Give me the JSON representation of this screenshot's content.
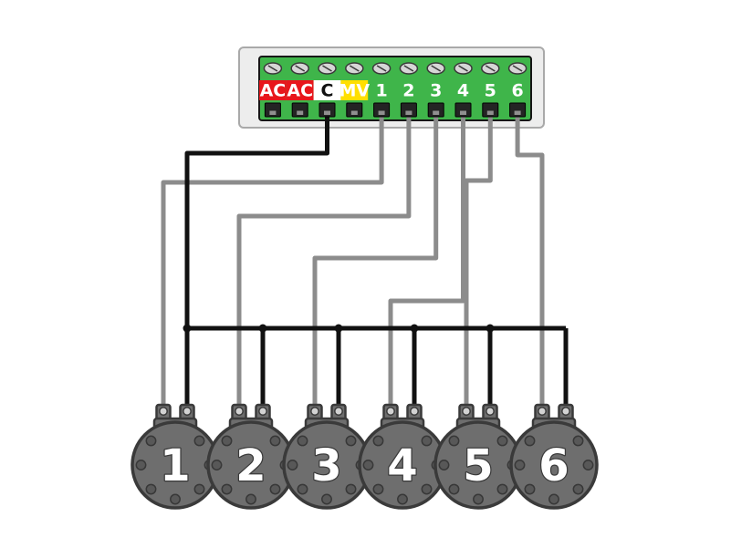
{
  "controller": {
    "terminals": [
      {
        "label": "AC",
        "bg": "#e8161c",
        "fg": "#ffffff"
      },
      {
        "label": "AC",
        "bg": "#e8161c",
        "fg": "#ffffff"
      },
      {
        "label": "C",
        "bg": "#ffffff",
        "fg": "#111111"
      },
      {
        "label": "MV",
        "bg": "#ffdf00",
        "fg": "#ffffff"
      },
      {
        "label": "1",
        "bg": null,
        "fg": "#ffffff"
      },
      {
        "label": "2",
        "bg": null,
        "fg": "#ffffff"
      },
      {
        "label": "3",
        "bg": null,
        "fg": "#ffffff"
      },
      {
        "label": "4",
        "bg": null,
        "fg": "#ffffff"
      },
      {
        "label": "5",
        "bg": null,
        "fg": "#ffffff"
      },
      {
        "label": "6",
        "bg": null,
        "fg": "#ffffff"
      }
    ]
  },
  "valves": [
    {
      "number": "1"
    },
    {
      "number": "2"
    },
    {
      "number": "3"
    },
    {
      "number": "4"
    },
    {
      "number": "5"
    },
    {
      "number": "6"
    }
  ],
  "wiring": {
    "common": {
      "from_terminal": "C",
      "color": "#111111",
      "connects": "shared bus to one post of every valve"
    },
    "stations": [
      {
        "terminal": "1",
        "valve": "1",
        "color": "#8c8c8c"
      },
      {
        "terminal": "2",
        "valve": "2",
        "color": "#8c8c8c"
      },
      {
        "terminal": "3",
        "valve": "3",
        "color": "#8c8c8c"
      },
      {
        "terminal": "4",
        "valve": "4",
        "color": "#8c8c8c"
      },
      {
        "terminal": "5",
        "valve": "5",
        "color": "#8c8c8c"
      },
      {
        "terminal": "6",
        "valve": "6",
        "color": "#8c8c8c"
      }
    ]
  },
  "colors": {
    "panel": "#ededed",
    "panel_border": "#a9a9a9",
    "strip": "#3fb54a",
    "strip_border": "#161616",
    "screw": "#d6d6d6",
    "screw_edge": "#3a3a3a",
    "clamp": "#242424",
    "clamp_highlight": "#909090",
    "common_wire": "#111111",
    "station_wire": "#8c8c8c",
    "valve_body": "#6e6e6e",
    "valve_edge": "#3a3a3a",
    "bolt": "#585858",
    "post_screw": "#d2d2d2"
  }
}
